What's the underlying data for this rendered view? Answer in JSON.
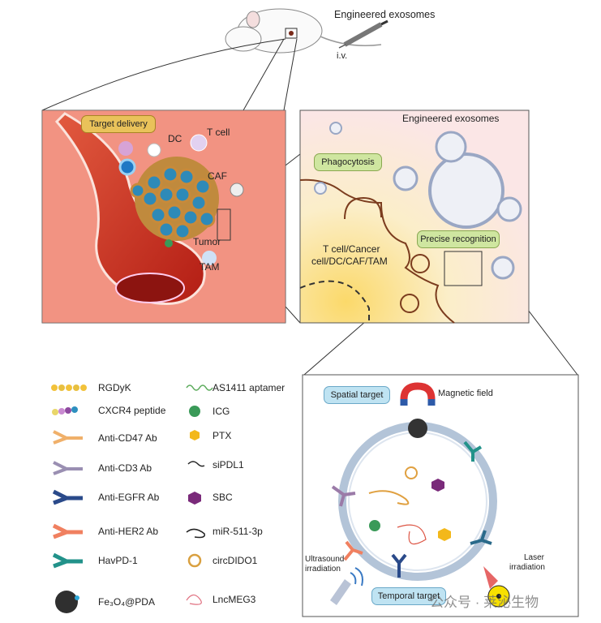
{
  "top": {
    "title": "Engineered exosomes",
    "route": "i.v."
  },
  "left_panel": {
    "badge": "Target delivery",
    "labels": {
      "dc": "DC",
      "tcell": "T cell",
      "caf": "CAF",
      "tumor": "Tumor",
      "tam": "TAM"
    }
  },
  "right_panel": {
    "title": "Engineered exosomes",
    "phagocytosis": "Phagocytosis",
    "cell_label_1": "T cell/Cancer",
    "cell_label_2": "cell/DC/CAF/TAM",
    "recognition": "Precise recognition"
  },
  "legend": {
    "col1": [
      "RGDyK",
      "CXCR4 peptide",
      "Anti-CD47 Ab",
      "Anti-CD3 Ab",
      "Anti-EGFR Ab",
      "Anti-HER2 Ab",
      "HavPD-1",
      "Fe₃O₄@PDA"
    ],
    "col2": [
      "AS1411 aptamer",
      "ICG",
      "PTX",
      "siPDL1",
      "SBC",
      "miR-511-3p",
      "circDIDO1",
      "LncMEG3"
    ]
  },
  "bottom_panel": {
    "spatial": "Spatial target",
    "magnetic": "Magnetic field",
    "ultrasound_1": "Ultrasound",
    "ultrasound_2": "irradiation",
    "temporal": "Temporal target",
    "laser_1": "Laser",
    "laser_2": "irradiation"
  },
  "watermark": "公众号 · 莱泌生物",
  "colors": {
    "left_bg": "#f08a78",
    "right_bg": "#fbeaea",
    "badge": "#e9c25a",
    "green_pill": "#cfe6a0",
    "blue_pill": "#bfe3f2"
  }
}
